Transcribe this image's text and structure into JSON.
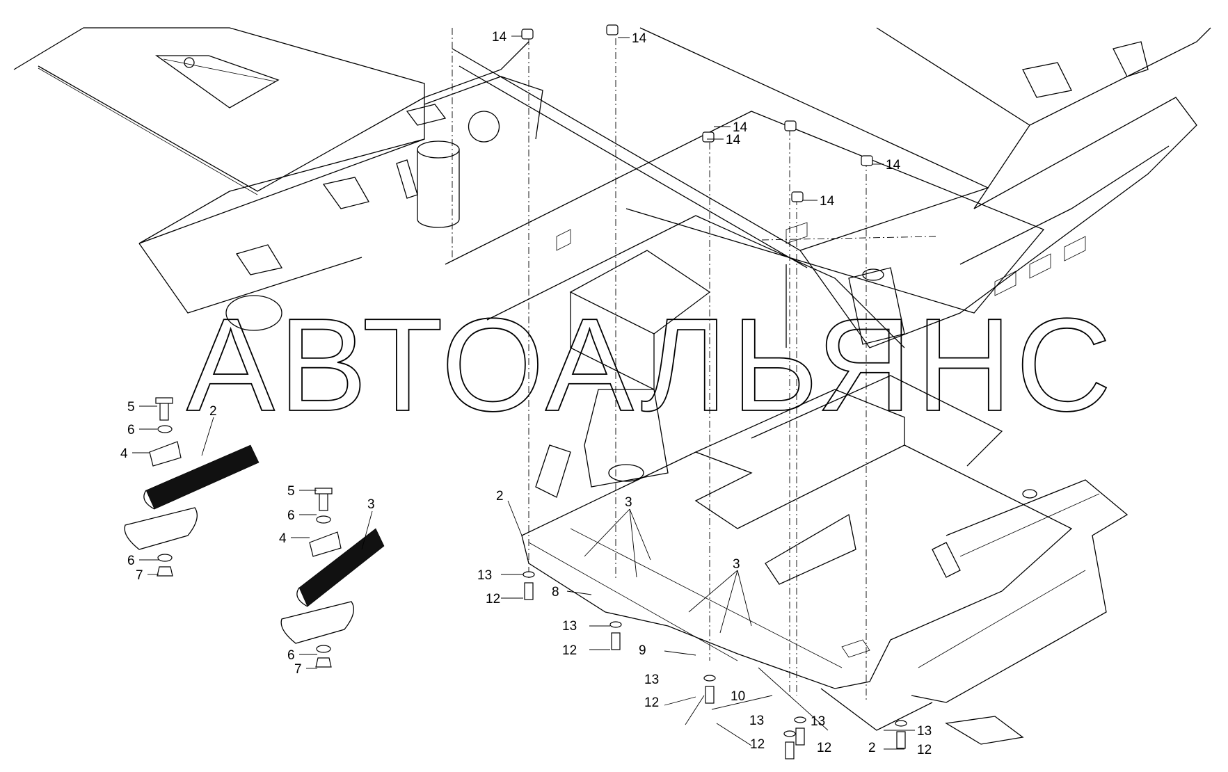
{
  "watermark": {
    "text": "АВТОАЛЬЯНС"
  },
  "callouts": [
    {
      "id": "c14a",
      "label": "14"
    },
    {
      "id": "c14b",
      "label": "14"
    },
    {
      "id": "c14c",
      "label": "14"
    },
    {
      "id": "c14d",
      "label": "14"
    },
    {
      "id": "c14e",
      "label": "14"
    },
    {
      "id": "c14f",
      "label": "14"
    },
    {
      "id": "c5a",
      "label": "5"
    },
    {
      "id": "c6a",
      "label": "6"
    },
    {
      "id": "c4a",
      "label": "4"
    },
    {
      "id": "c2a",
      "label": "2"
    },
    {
      "id": "c6b",
      "label": "6"
    },
    {
      "id": "c7a",
      "label": "7"
    },
    {
      "id": "c5b",
      "label": "5"
    },
    {
      "id": "c6c",
      "label": "6"
    },
    {
      "id": "c4b",
      "label": "4"
    },
    {
      "id": "c3a",
      "label": "3"
    },
    {
      "id": "c6d",
      "label": "6"
    },
    {
      "id": "c7b",
      "label": "7"
    },
    {
      "id": "c2b",
      "label": "2"
    },
    {
      "id": "c3b",
      "label": "3"
    },
    {
      "id": "c3c",
      "label": "3"
    },
    {
      "id": "c13a",
      "label": "13"
    },
    {
      "id": "c12a",
      "label": "12"
    },
    {
      "id": "c8",
      "label": "8"
    },
    {
      "id": "c13b",
      "label": "13"
    },
    {
      "id": "c12b",
      "label": "12"
    },
    {
      "id": "c9",
      "label": "9"
    },
    {
      "id": "c13c",
      "label": "13"
    },
    {
      "id": "c12c",
      "label": "12"
    },
    {
      "id": "c10",
      "label": "10"
    },
    {
      "id": "c13d",
      "label": "13"
    },
    {
      "id": "c13e",
      "label": "13"
    },
    {
      "id": "c12d",
      "label": "12"
    },
    {
      "id": "c12e",
      "label": "12"
    },
    {
      "id": "c2c",
      "label": "2"
    },
    {
      "id": "c13f",
      "label": "13"
    },
    {
      "id": "c12f",
      "label": "12"
    }
  ]
}
